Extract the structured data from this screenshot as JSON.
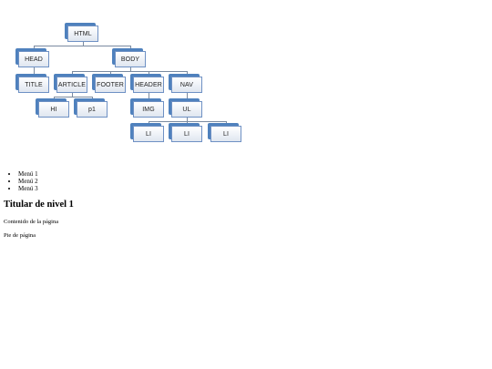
{
  "tree": {
    "nodes": [
      {
        "id": "html",
        "label": "HTML"
      },
      {
        "id": "head",
        "label": "HEAD"
      },
      {
        "id": "body",
        "label": "BODY"
      },
      {
        "id": "title",
        "label": "TITLE"
      },
      {
        "id": "article",
        "label": "ARTICLE"
      },
      {
        "id": "footer",
        "label": "FOOTER"
      },
      {
        "id": "header",
        "label": "HEADER"
      },
      {
        "id": "nav",
        "label": "NAV"
      },
      {
        "id": "h1",
        "label": "HI"
      },
      {
        "id": "p1",
        "label": "p1"
      },
      {
        "id": "img",
        "label": "IMG"
      },
      {
        "id": "ul",
        "label": "UL"
      },
      {
        "id": "li1",
        "label": "LI"
      },
      {
        "id": "li2",
        "label": "LI"
      },
      {
        "id": "li3",
        "label": "LI"
      }
    ],
    "edges": [
      [
        "html",
        "head"
      ],
      [
        "html",
        "body"
      ],
      [
        "head",
        "title"
      ],
      [
        "body",
        "article"
      ],
      [
        "body",
        "footer"
      ],
      [
        "body",
        "header"
      ],
      [
        "body",
        "nav"
      ],
      [
        "article",
        "h1"
      ],
      [
        "article",
        "p1"
      ],
      [
        "header",
        "img"
      ],
      [
        "nav",
        "ul"
      ],
      [
        "ul",
        "li1"
      ],
      [
        "ul",
        "li2"
      ],
      [
        "ul",
        "li3"
      ]
    ]
  },
  "menu": {
    "items": [
      "Menú 1",
      "Menú 2",
      "Menú 3"
    ]
  },
  "page_title": "Titular de nivel 1",
  "content_text": "Contenido de la página",
  "footer_text": "Pie de página"
}
